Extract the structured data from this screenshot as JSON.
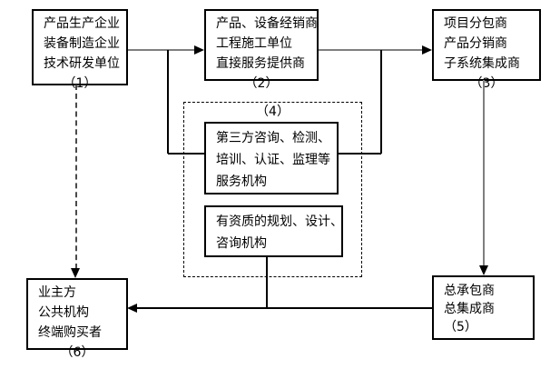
{
  "boxes": {
    "producers": {
      "lines": [
        "产品生产企业",
        "装备制造企业",
        "技术研发单位"
      ],
      "number": "（1）"
    },
    "distributors": {
      "lines": [
        "产品、设备经销商",
        "工程施工单位",
        "直接服务提供商"
      ],
      "number": "（2）"
    },
    "subcontractors": {
      "lines": [
        "项目分包商",
        "产品分销商",
        "子系统集成商"
      ],
      "number": "（3）"
    },
    "service_group": {
      "number": "（4）"
    },
    "third_party": {
      "lines": [
        "第三方咨询、检测、",
        "培训、认证、监理等",
        "服务机构"
      ]
    },
    "qualified": {
      "lines": [
        "有资质的规划、设计、",
        "咨询机构"
      ]
    },
    "contractor": {
      "lines": [
        "总承包商",
        "总集成商"
      ],
      "number": "（5）"
    },
    "owners": {
      "lines": [
        "业主方",
        "公共机构",
        "终端购买者"
      ],
      "number": "（6）"
    }
  },
  "colors": {
    "background": "#ffffff",
    "box_border": "#000000",
    "line_black": "#000000",
    "arrow_gray": "#7f7f7f",
    "dashed_line": "#4a4a4a"
  }
}
